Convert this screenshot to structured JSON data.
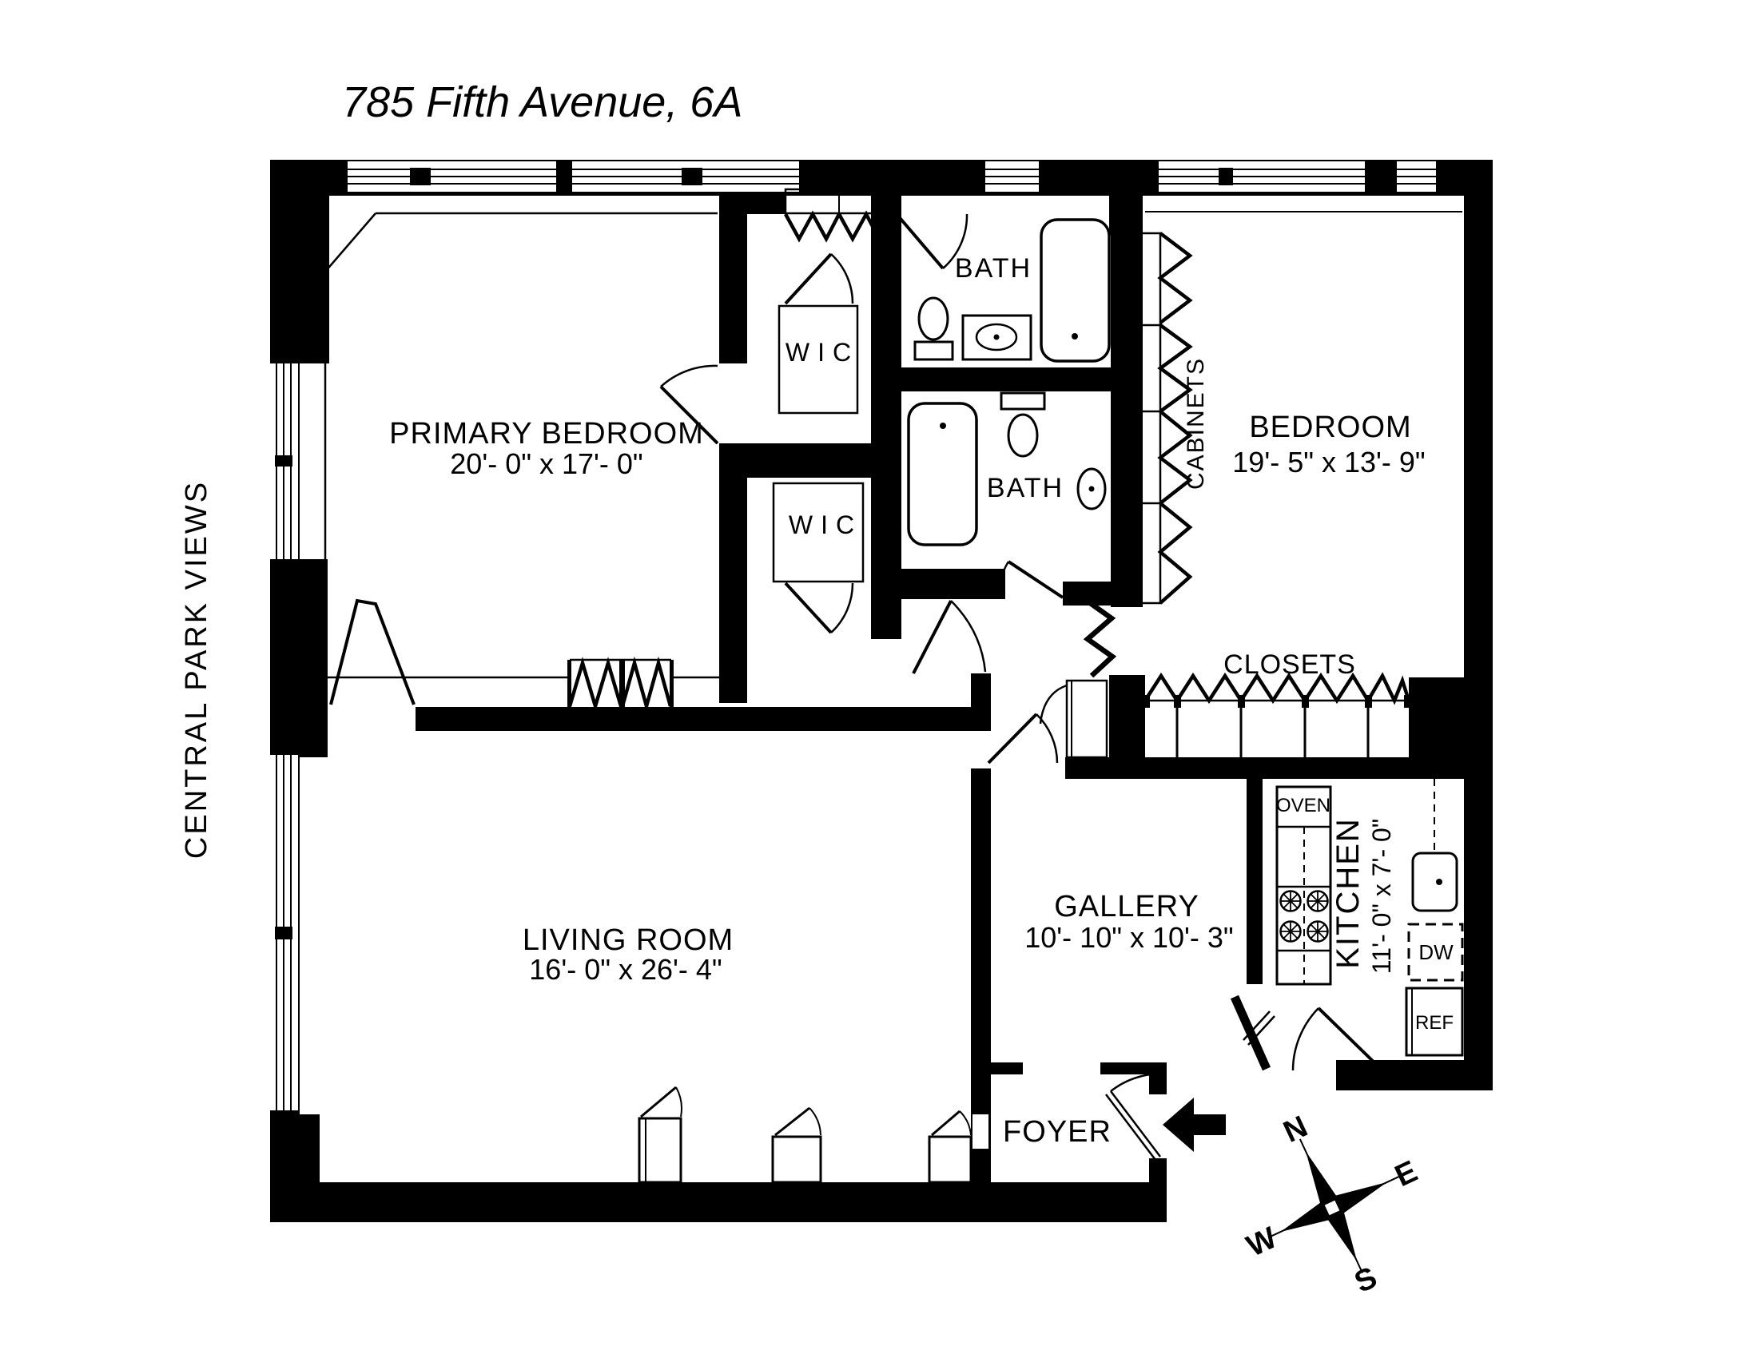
{
  "title": "785 Fifth Avenue, 6A",
  "side_label": "CENTRAL PARK VIEWS",
  "rooms": {
    "primary_bedroom": {
      "name": "PRIMARY BEDROOM",
      "dims": "20'- 0\" x 17'- 0\""
    },
    "bedroom": {
      "name": "BEDROOM",
      "dims": "19'- 5\" x 13'- 9\""
    },
    "living_room": {
      "name": "LIVING ROOM",
      "dims": "16'- 0\" x 26'- 4\""
    },
    "gallery": {
      "name": "GALLERY",
      "dims": "10'- 10\" x 10'- 3\""
    },
    "kitchen": {
      "name": "KITCHEN",
      "dims": "11'- 0\" x 7'- 0\""
    },
    "foyer": {
      "name": "FOYER"
    },
    "bath_top": {
      "name": "BATH"
    },
    "bath_lower": {
      "name": "BATH"
    },
    "wic_upper": {
      "name": "WIC"
    },
    "wic_lower": {
      "name": "WIC"
    },
    "closets": {
      "label": "CLOSETS"
    },
    "cabinets": {
      "label": "CABINETS"
    }
  },
  "appliances": {
    "oven": "OVEN",
    "dishwasher": "DW",
    "refrigerator": "REF"
  },
  "compass": {
    "n": "N",
    "e": "E",
    "s": "S",
    "w": "W"
  },
  "colors": {
    "ink": "#000000",
    "paper": "#ffffff"
  }
}
